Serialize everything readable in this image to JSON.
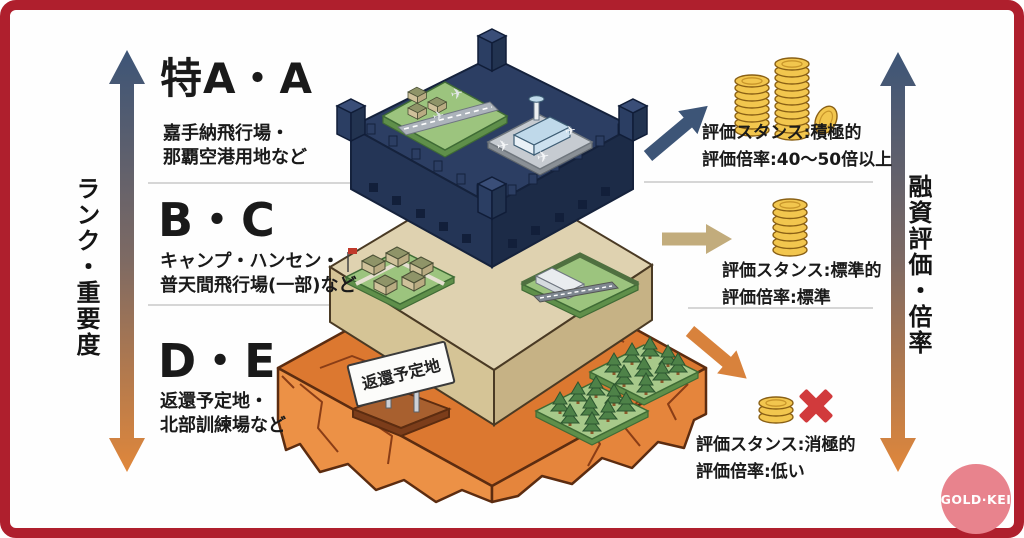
{
  "axes": {
    "left_label": "ランク・重要度",
    "right_label": "融資評価・倍率"
  },
  "tiers": [
    {
      "rank": "特A・A",
      "desc": [
        "嘉手納飛行場・",
        "那覇空港用地など"
      ],
      "stance": "評価スタンス:積極的",
      "multiplier": "評価倍率:40〜50倍以上"
    },
    {
      "rank": "B・C",
      "desc": [
        "キャンプ・ハンセン・",
        "普天間飛行場(一部)など"
      ],
      "stance": "評価スタンス:標準的",
      "multiplier": "評価倍率:標準"
    },
    {
      "rank": "D・E",
      "desc": [
        "返還予定地・",
        "北部訓練場など"
      ],
      "stance": "評価スタンス:消極的",
      "multiplier": "評価倍率:低い"
    }
  ],
  "illustration": {
    "sign_text": "返還予定地",
    "plane_icon": "✈"
  },
  "logo": {
    "text": "GOLD·KEI"
  },
  "colors": {
    "frame_border": "#AF1F2D",
    "rank_high": "#3D5577",
    "rank_mid": "#C2AC7C",
    "rank_low": "#D8823C",
    "castle_navy": "#2C3E63",
    "tier_beige": "#DFD2B0",
    "tier_rock": "#DC7830",
    "coin_gold": "#F2C64E",
    "cross_red": "#D13A3C",
    "logo_pink": "#E8838D"
  }
}
